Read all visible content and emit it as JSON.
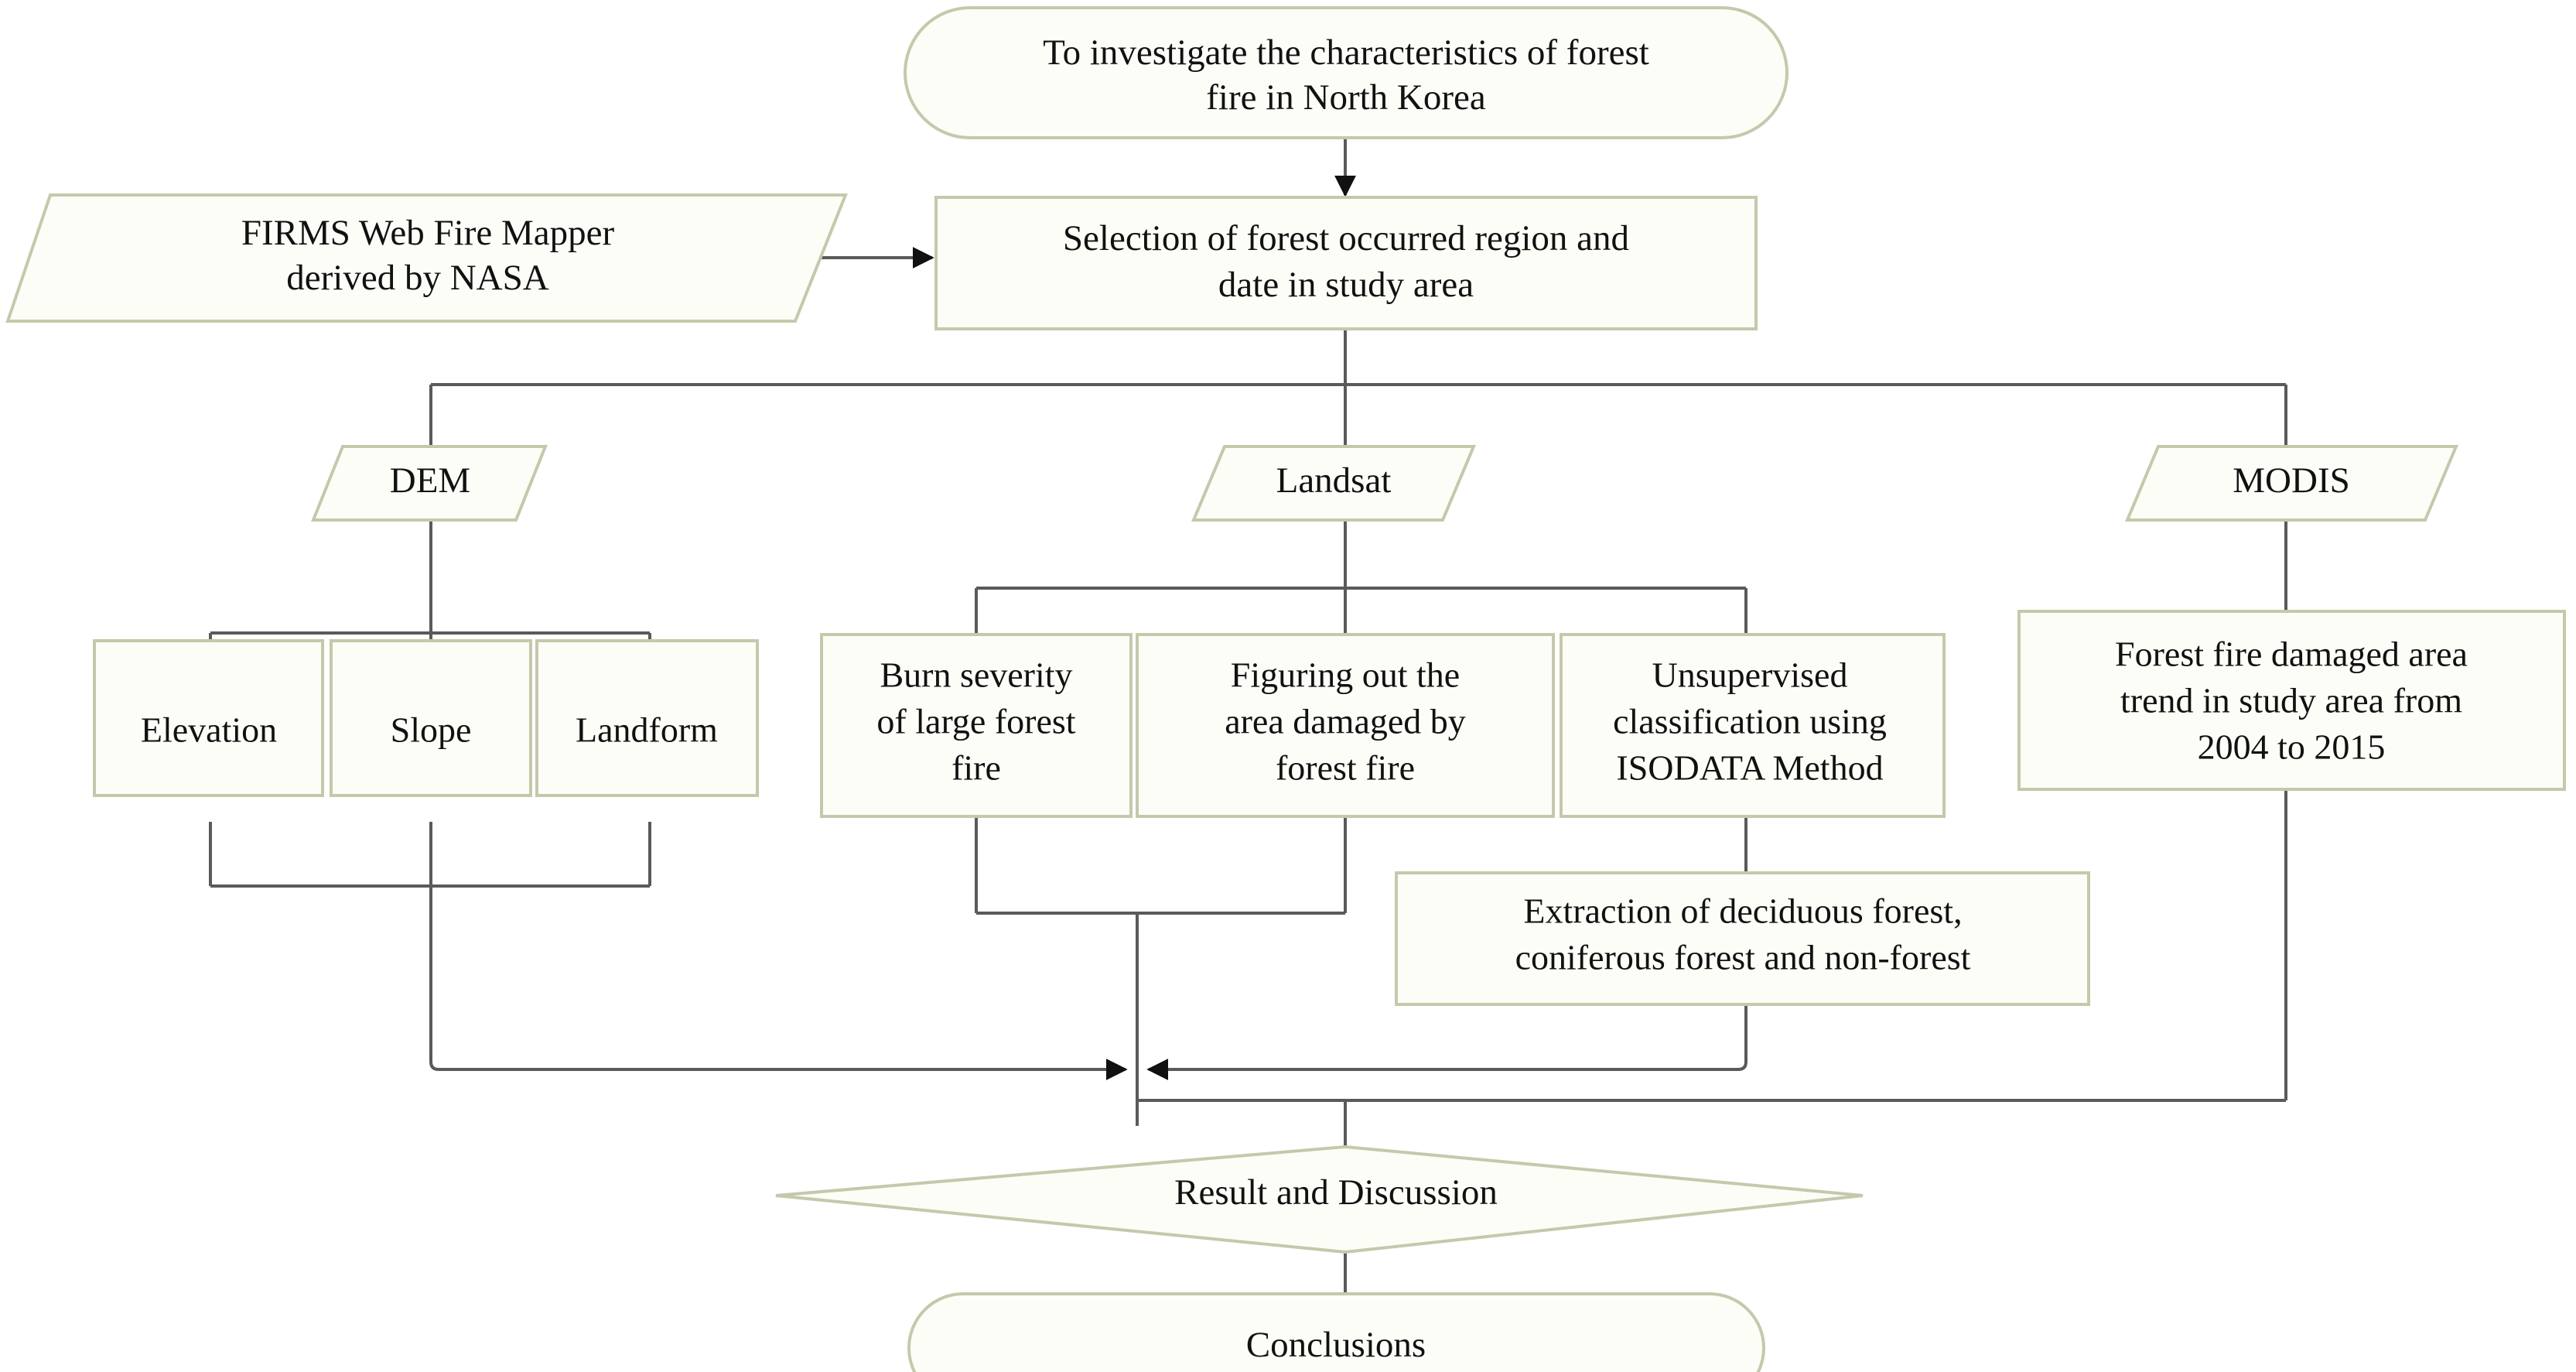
{
  "diagram": {
    "title": "Forest fire research methodology flowchart",
    "colors": {
      "node_border": "#c6c8ab",
      "node_fill": "#fdfdf8",
      "connector": "#5a5a5a",
      "text": "#111111",
      "background": "#ffffff"
    },
    "nodes": {
      "objective": {
        "shape": "rounded-rectangle",
        "lines": [
          "To investigate the characteristics of forest",
          "fire in North Korea"
        ]
      },
      "data_source": {
        "shape": "parallelogram",
        "lines": [
          "FIRMS Web Fire Mapper",
          "derived by NASA"
        ]
      },
      "selection": {
        "shape": "rectangle",
        "lines": [
          "Selection of forest occurred region and",
          "date in study area"
        ]
      },
      "dem": {
        "shape": "parallelogram",
        "lines": [
          "DEM"
        ]
      },
      "landsat": {
        "shape": "parallelogram",
        "lines": [
          "Landsat"
        ]
      },
      "modis": {
        "shape": "parallelogram",
        "lines": [
          "MODIS"
        ]
      },
      "elevation": {
        "shape": "rectangle",
        "lines": [
          "Elevation"
        ]
      },
      "slope": {
        "shape": "rectangle",
        "lines": [
          "Slope"
        ]
      },
      "landform": {
        "shape": "rectangle",
        "lines": [
          "Landform"
        ]
      },
      "burn_severity": {
        "shape": "rectangle",
        "lines": [
          "Burn severity",
          "of large forest",
          "fire"
        ]
      },
      "figuring_area": {
        "shape": "rectangle",
        "lines": [
          "Figuring out the",
          "area damaged by",
          "forest fire"
        ]
      },
      "unsupervised": {
        "shape": "rectangle",
        "lines": [
          "Unsupervised",
          "classification using",
          "ISODATA Method"
        ]
      },
      "modis_trend": {
        "shape": "rectangle",
        "lines": [
          "Forest fire damaged area",
          "trend in study area from",
          "2004 to 2015"
        ]
      },
      "extraction": {
        "shape": "rectangle",
        "lines": [
          "Extraction of deciduous forest,",
          "coniferous forest and non-forest"
        ]
      },
      "result": {
        "shape": "diamond",
        "lines": [
          "Result and Discussion"
        ]
      },
      "conclusions": {
        "shape": "rounded-rectangle",
        "lines": [
          "Conclusions"
        ]
      }
    }
  }
}
